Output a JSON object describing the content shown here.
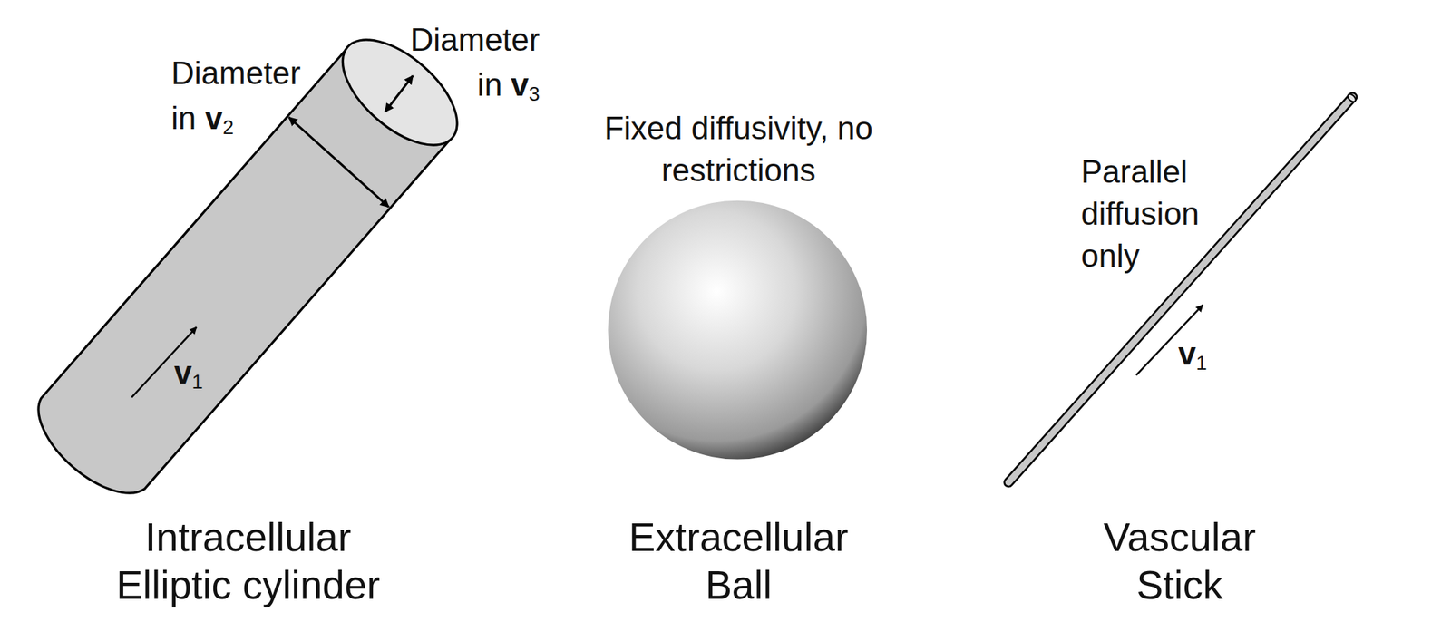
{
  "diagram": {
    "labels": [
      "Diameter in v2",
      "Diameter in v3",
      "v1",
      "Fixed diffusivity, no restrictions",
      "Parallel diffusion only",
      "v1",
      "Intracellular Elliptic cylinder",
      "Extracellular Ball",
      "Vascular Stick"
    ]
  }
}
